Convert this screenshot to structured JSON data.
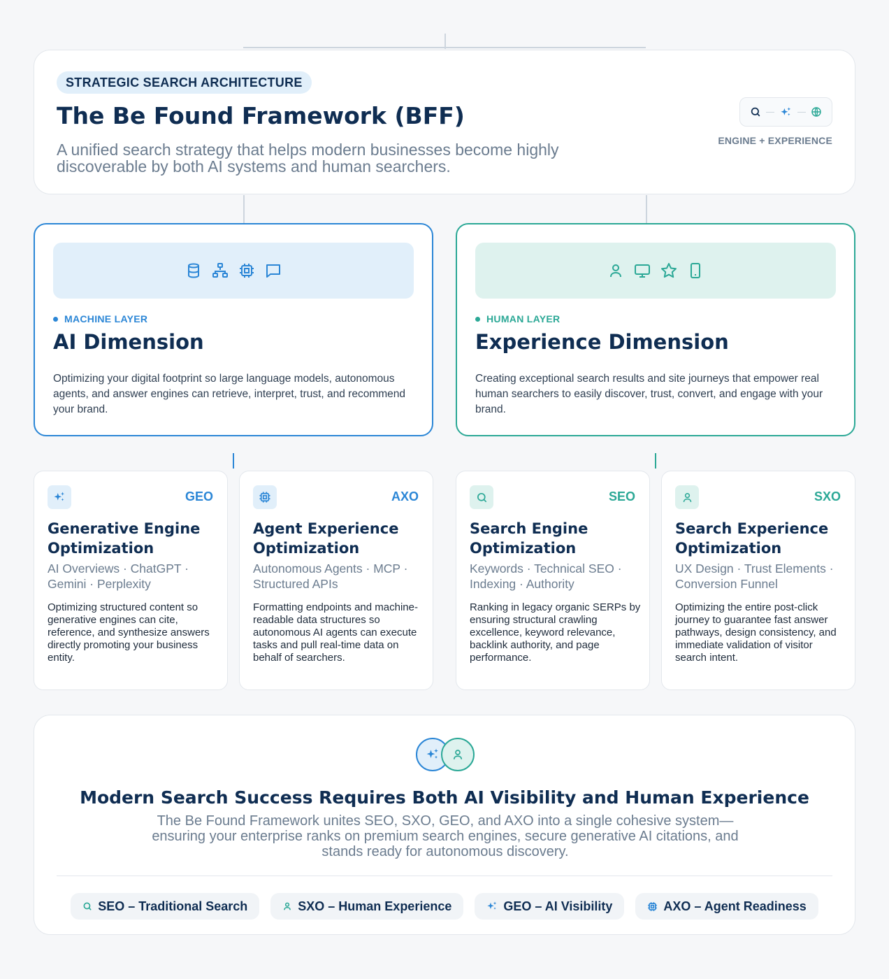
{
  "header": {
    "eyebrow": "STRATEGIC SEARCH ARCHITECTURE",
    "title": "The Be Found Framework (BFF)",
    "subtitle": "A unified search strategy that helps modern businesses become highly discoverable by both AI systems and human searchers.",
    "badge_label": "ENGINE + EXPERIENCE",
    "badge_icons": [
      "search-icon",
      "sparkles-icon",
      "globe-icon"
    ]
  },
  "dimensions": [
    {
      "layer": "MACHINE LAYER",
      "title": "AI Dimension",
      "description": "Optimizing your digital footprint so large language models, autonomous agents, and answer engines can retrieve, interpret, trust, and recommend your brand.",
      "icons": [
        "database-icon",
        "network-icon",
        "cpu-chip-icon",
        "chat-bubble-icon"
      ],
      "accent": "#2b86d6"
    },
    {
      "layer": "HUMAN LAYER",
      "title": "Experience Dimension",
      "description": "Creating exceptional search results and site journeys that empower real human searchers to easily discover, trust, convert, and engage with your brand.",
      "icons": [
        "user-icon",
        "monitor-icon",
        "star-icon",
        "smartphone-icon"
      ],
      "accent": "#2ba896"
    }
  ],
  "pillars": [
    {
      "abbr": "GEO",
      "title": "Generative Engine Optimization",
      "tags": "AI Overviews · ChatGPT · Gemini · Perplexity",
      "description": "Optimizing structured content so generative engines can cite, reference, and synthesize answers directly promoting your business entity.",
      "icon": "sparkles-icon"
    },
    {
      "abbr": "AXO",
      "title": "Agent Experience Optimization",
      "tags": "Autonomous Agents · MCP · Structured APIs",
      "description": "Formatting endpoints and machine-readable data structures so autonomous AI agents can execute tasks and pull real-time data on behalf of searchers.",
      "icon": "cpu-chip-icon"
    },
    {
      "abbr": "SEO",
      "title": "Search Engine Optimization",
      "tags": "Keywords · Technical SEO · Indexing · Authority",
      "description": "Ranking in legacy organic SERPs by ensuring structural crawling excellence, keyword relevance, backlink authority, and page performance.",
      "icon": "search-icon"
    },
    {
      "abbr": "SXO",
      "title": "Search Experience Optimization",
      "tags": "UX Design · Trust Elements · Conversion Funnel",
      "description": "Optimizing the entire post-click journey to guarantee fast answer pathways, design consistency, and immediate validation of visitor search intent.",
      "icon": "user-icon"
    }
  ],
  "summary": {
    "title": "Modern Search Success Requires Both AI Visibility and Human Experience",
    "text": "The Be Found Framework unites SEO, SXO, GEO, and AXO into a single cohesive system—ensuring your enterprise ranks on premium search engines, secure generative AI citations, and stands ready for autonomous discovery.",
    "chips": [
      {
        "label": "SEO – Traditional Search",
        "icon": "search-icon"
      },
      {
        "label": "SXO – Human Experience",
        "icon": "user-icon"
      },
      {
        "label": "GEO – AI Visibility",
        "icon": "sparkles-icon"
      },
      {
        "label": "AXO – Agent Readiness",
        "icon": "cpu-chip-icon"
      }
    ]
  },
  "colors": {
    "navy": "#0f2d52",
    "blue": "#2b86d6",
    "teal": "#2ba896",
    "muted": "#6b7c8f"
  }
}
